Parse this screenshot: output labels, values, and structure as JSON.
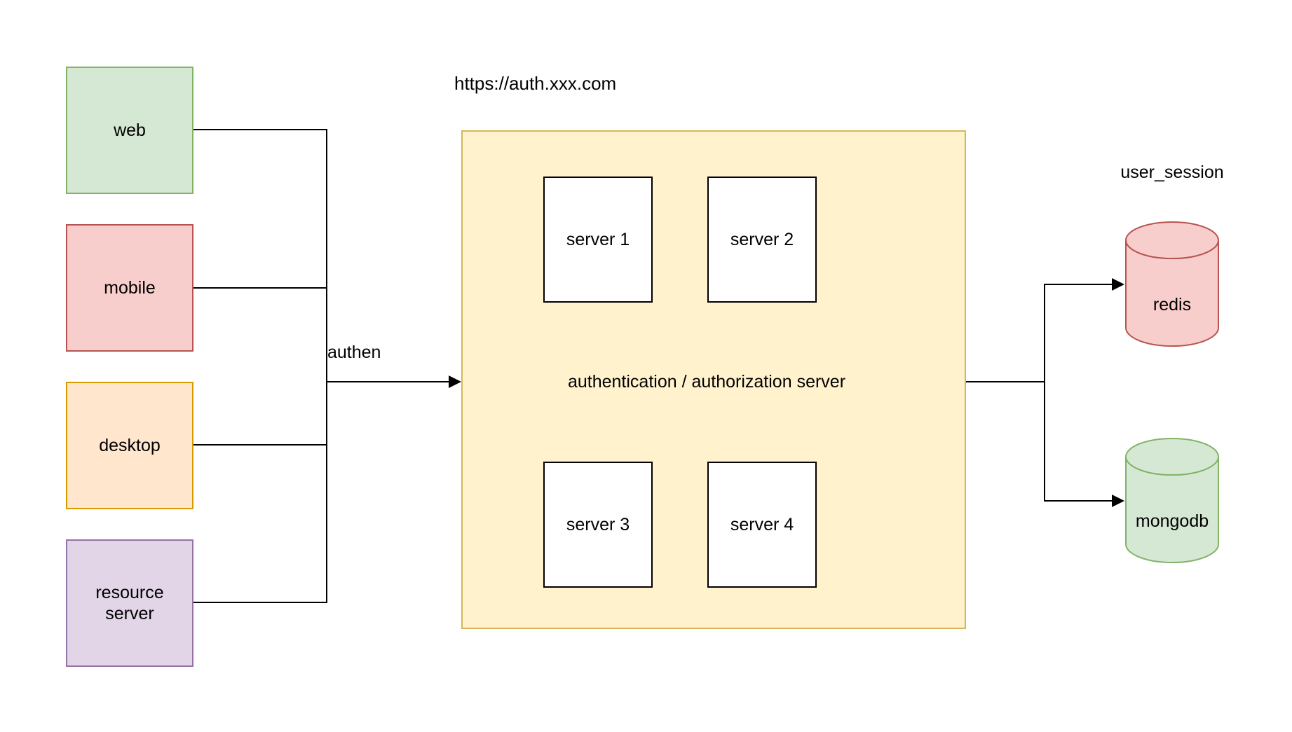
{
  "diagram": {
    "background": "#ffffff",
    "connector_color": "#000000"
  },
  "clients": [
    {
      "label": "web",
      "fill": "#d5e8d4",
      "stroke": "#82b366"
    },
    {
      "label": "mobile",
      "fill": "#f8cecc",
      "stroke": "#b85450"
    },
    {
      "label": "desktop",
      "fill": "#ffe6cc",
      "stroke": "#d79b00"
    },
    {
      "label": "resource server",
      "fill": "#e1d5e7",
      "stroke": "#9673a6"
    }
  ],
  "auth_edge": {
    "label": "authen"
  },
  "auth_server": {
    "url": "https://auth.xxx.com",
    "label": "authentication / authorization server",
    "fill": "#fff2cc",
    "stroke": "#d6b656",
    "server_fill": "#ffffff",
    "server_stroke": "#000000",
    "servers": [
      {
        "label": "server 1"
      },
      {
        "label": "server 2"
      },
      {
        "label": "server 3"
      },
      {
        "label": "server 4"
      }
    ]
  },
  "datastores": {
    "group_label": "user_session",
    "items": [
      {
        "label": "redis",
        "fill": "#f8cecc",
        "stroke": "#b85450"
      },
      {
        "label": "mongodb",
        "fill": "#d5e8d4",
        "stroke": "#82b366"
      }
    ]
  }
}
